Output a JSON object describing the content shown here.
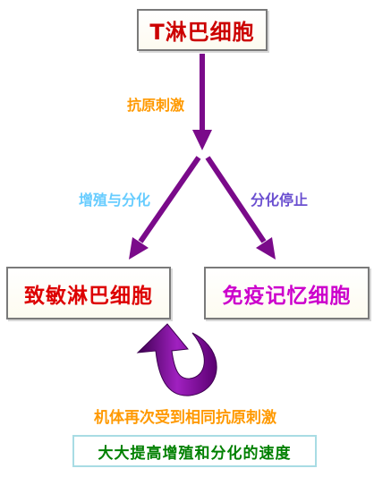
{
  "nodes": {
    "t_cell": "T淋巴细胞",
    "effector": "致敏淋巴细胞",
    "memory": "免疫记忆细胞",
    "result": "大大提高增殖和分化的速度"
  },
  "labels": {
    "antigen_stimulus": "抗原刺激",
    "proliferation": "增殖与分化",
    "differentiation_stop": "分化停止",
    "re_exposure": "机体再次受到相同抗原刺激"
  },
  "colors": {
    "arrow": "#7a0a8a",
    "t_cell_text": "#cc0000",
    "effector_text": "#dd0000",
    "memory_text": "#cc00cc",
    "result_text": "#008000"
  }
}
